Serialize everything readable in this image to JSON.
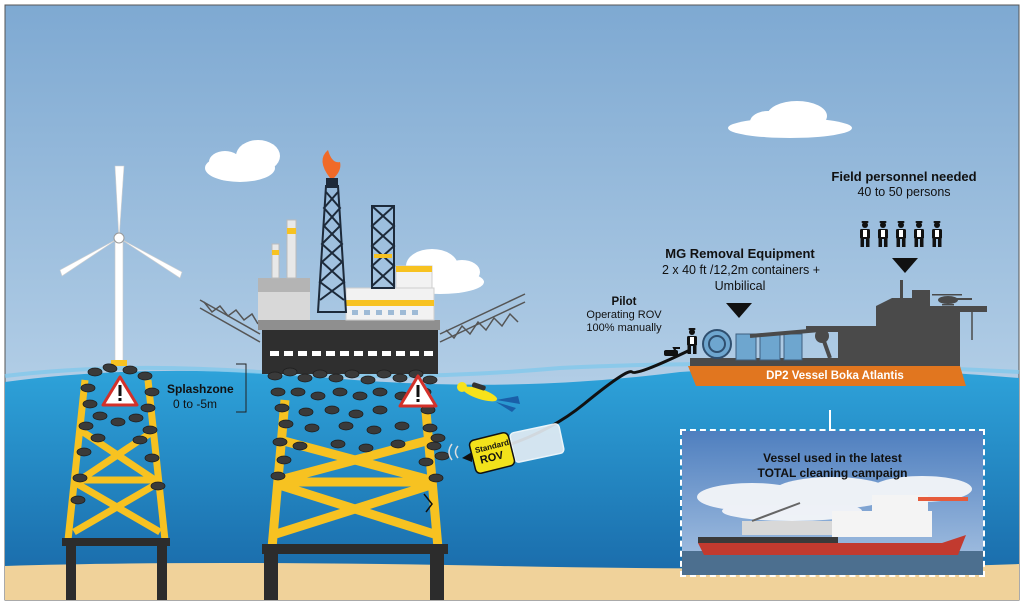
{
  "labels": {
    "splashzone_title": "Splashzone",
    "splashzone_range": "0 to -5m",
    "personnel_title": "Field personnel needed",
    "personnel_count": "40 to 50 persons",
    "equipment_title": "MG Removal Equipment",
    "equipment_line1": "2 x 40 ft /12,2m containers +",
    "equipment_line2": "Umbilical",
    "pilot_title": "Pilot",
    "pilot_line1": "Operating ROV",
    "pilot_line2": "100% manually",
    "rov_line1": "Standard",
    "rov_line2": "ROV",
    "vessel_name": "DP2 Vessel Boka Atlantis",
    "photo_caption_line1": "Vessel used in the latest",
    "photo_caption_line2": "TOTAL cleaning campaign"
  },
  "colors": {
    "sky_top": "#7ea9d2",
    "sky_bottom": "#c8ddef",
    "sea_top": "#2c9ed6",
    "sea_bottom": "#1a6fae",
    "sand": "#f0d29a",
    "jacket_yellow": "#f7c221",
    "ship_hull": "#e1761f",
    "ship_dark": "#4a4a4a",
    "growth": "#3a3a3a",
    "warning_red": "#d3312a",
    "rov_yellow": "#f2e21b"
  },
  "icons": {
    "personnel": "person-with-hardhat-icon",
    "warning": "warning-triangle-icon",
    "pointer": "down-triangle-icon",
    "diver": "diver-icon",
    "helicopter": "helicopter-icon",
    "wind_turbine": "wind-turbine-icon"
  }
}
